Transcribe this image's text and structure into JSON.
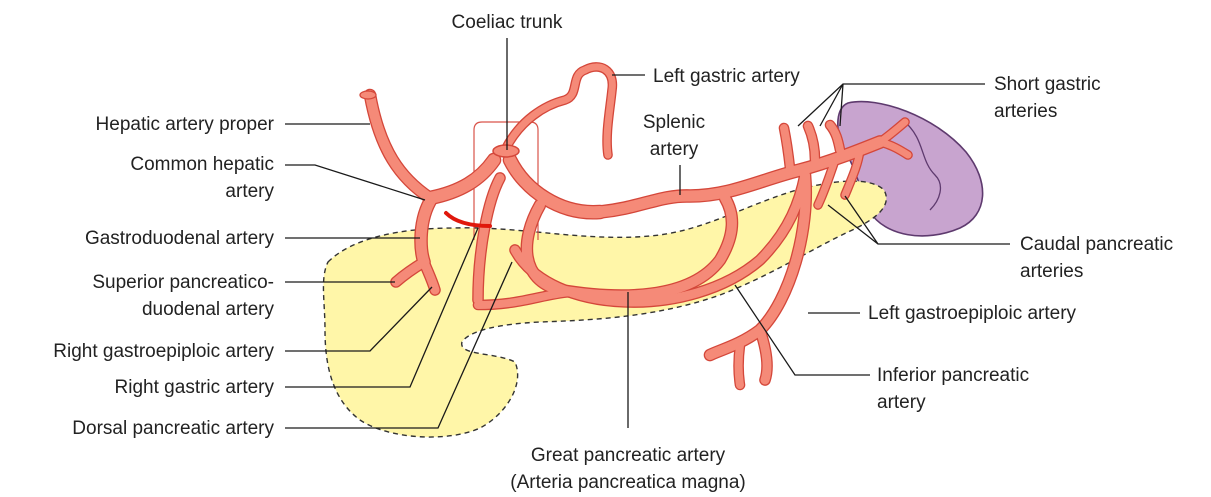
{
  "colors": {
    "artery": "#f58a78",
    "artery_outline": "#d4473a",
    "artery_dark": "#e0180c",
    "pancreas_fill": "#fff6a8",
    "pancreas_outline": "#333333",
    "spleen_fill": "#c8a4cf",
    "spleen_outline": "#5e3a6e",
    "text": "#222222",
    "leader": "#1a1a1a"
  },
  "labels": {
    "coeliac_trunk": "Coeliac trunk",
    "left_gastric": "Left gastric artery",
    "short_gastric_1": "Short gastric",
    "short_gastric_2": "arteries",
    "splenic_1": "Splenic",
    "splenic_2": "artery",
    "hepatic_proper": "Hepatic artery proper",
    "common_hepatic_1": "Common hepatic",
    "common_hepatic_2": "artery",
    "gastroduodenal": "Gastroduodenal artery",
    "sup_panc_1": "Superior pancreatico-",
    "sup_panc_2": "duodenal artery",
    "right_gastroepiploic": "Right gastroepiploic artery",
    "right_gastric": "Right gastric artery",
    "dorsal_pancreatic": "Dorsal pancreatic artery",
    "caudal_1": "Caudal pancreatic",
    "caudal_2": "arteries",
    "left_gastroepiploic": "Left gastroepiploic artery",
    "inferior_1": "Inferior pancreatic",
    "inferior_2": "artery",
    "great_1": "Great pancreatic artery",
    "great_2": "(Arteria pancreatica magna)"
  }
}
